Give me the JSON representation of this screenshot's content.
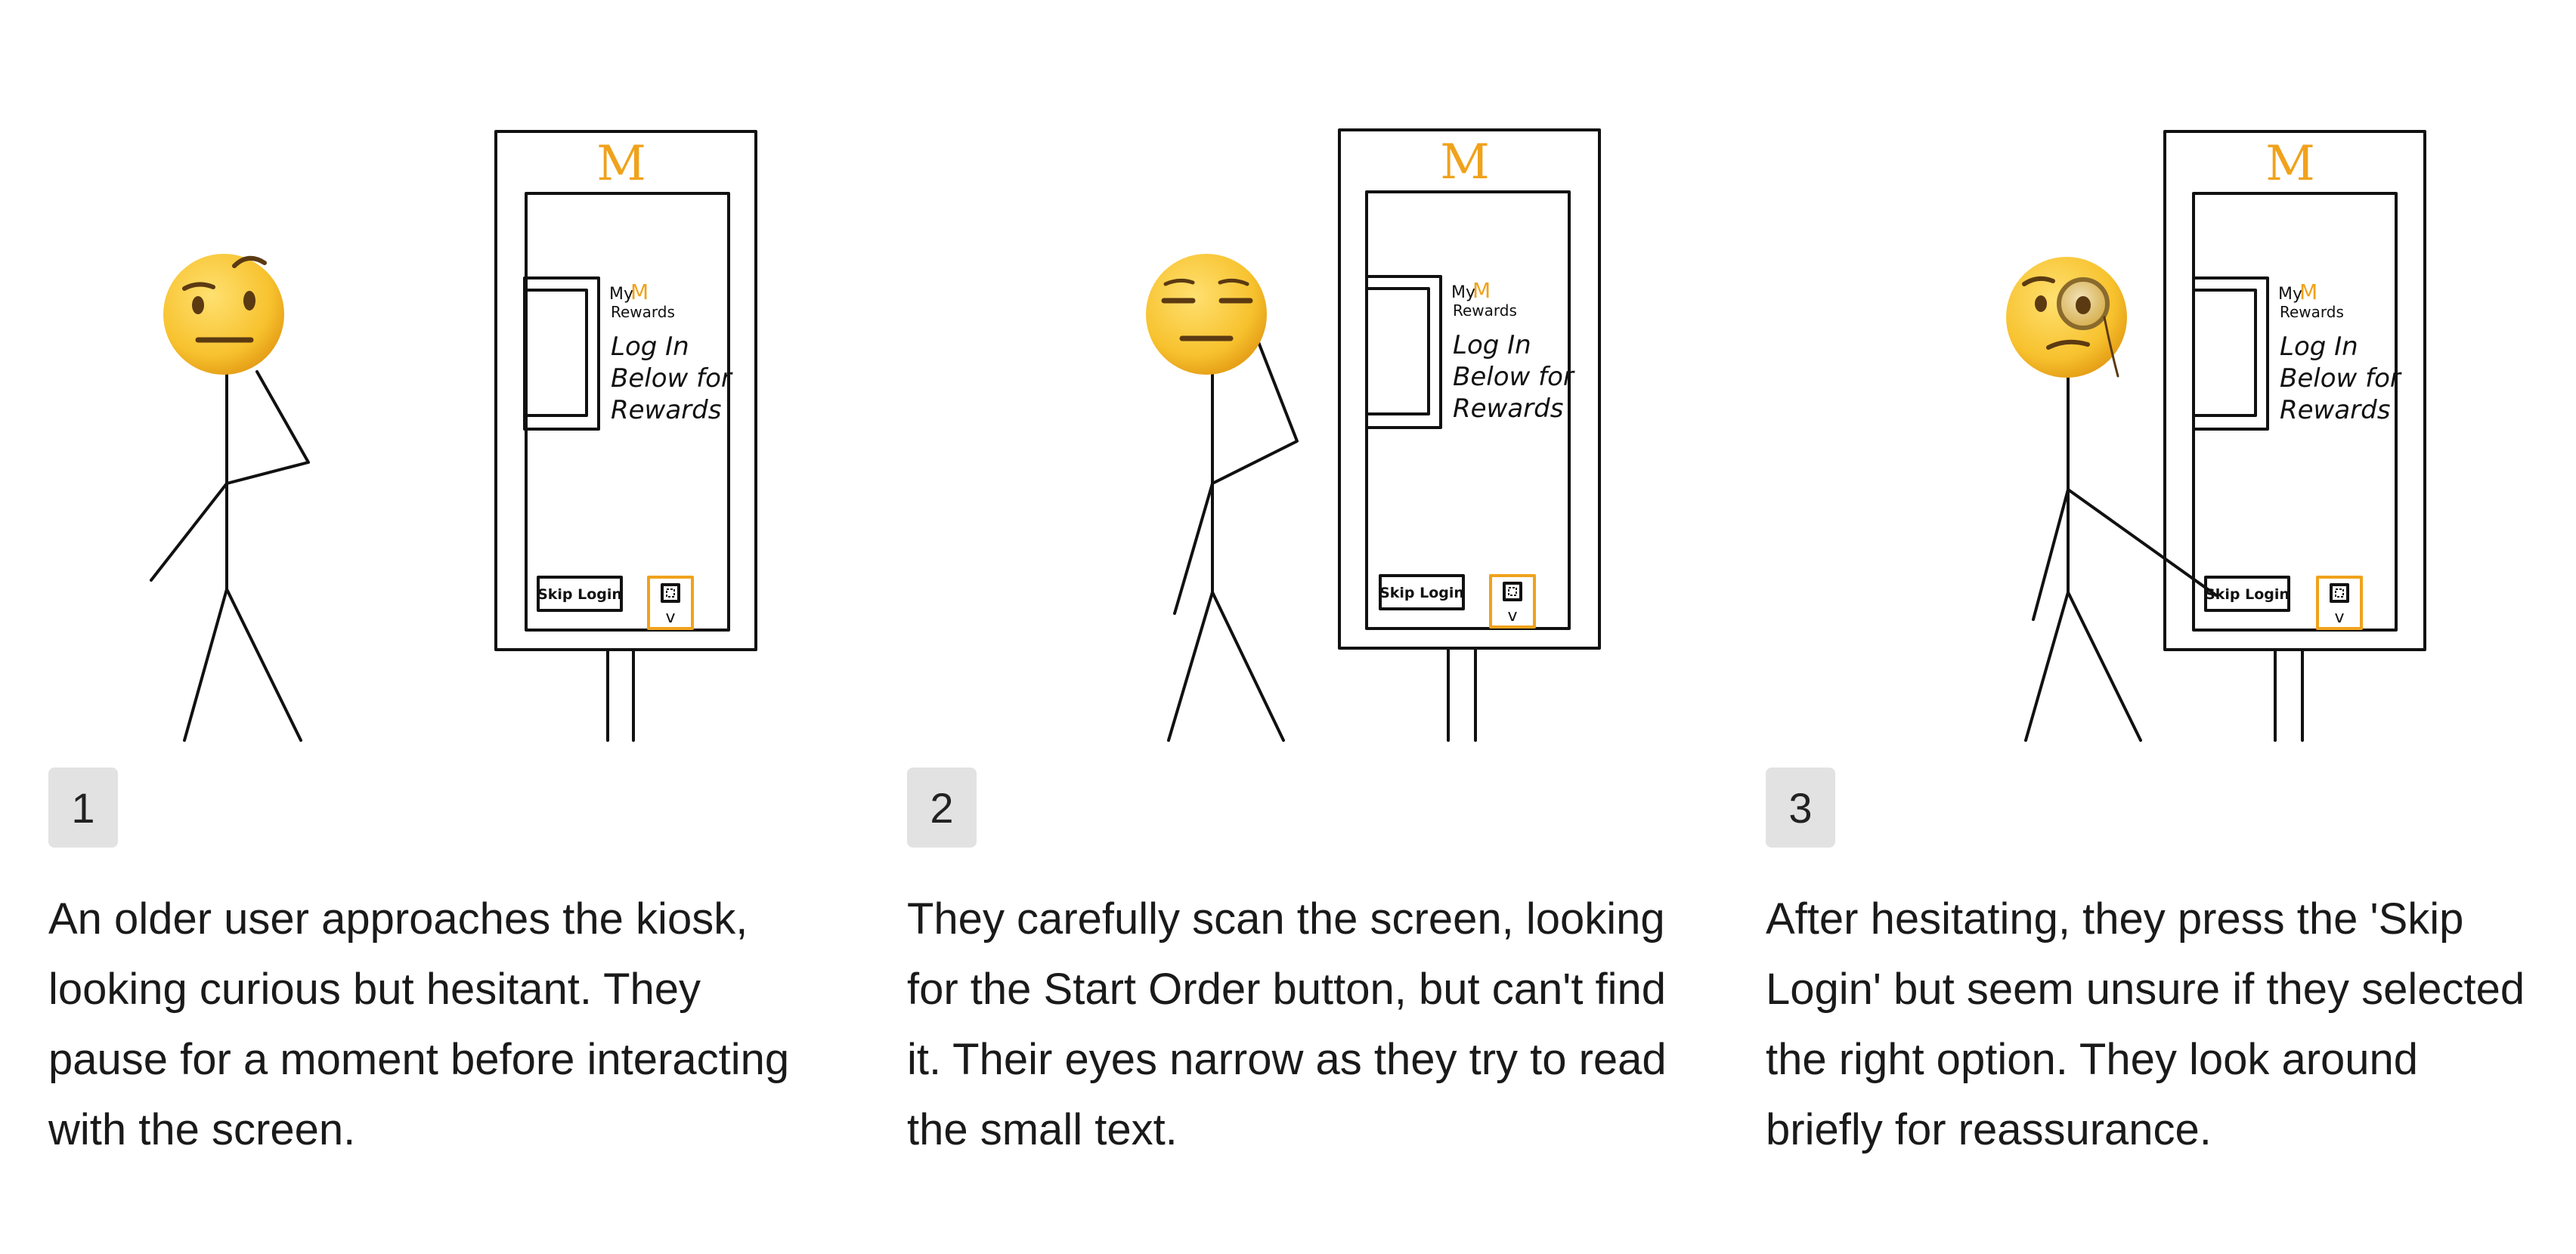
{
  "panels": [
    {
      "step": "1",
      "face": "raised-eyebrow-face",
      "caption": "An older user approaches the kiosk, looking curious but hesitant. They pause for a moment before interacting with the screen."
    },
    {
      "step": "2",
      "face": "expressionless-face",
      "caption": "They carefully scan the screen, looking for the Start Order button, but can't find it. Their eyes narrow as they try to read the small text."
    },
    {
      "step": "3",
      "face": "face-with-monocle",
      "caption": "After hesitating, they press the 'Skip Login' but seem unsure if they selected the right option. They look around briefly for reassurance."
    }
  ],
  "kiosk": {
    "logo": "M",
    "rewards_prefix": "My",
    "rewards_brand": "M",
    "rewards_label": "Rewards",
    "headline_1": "Log In",
    "headline_2": "Below for",
    "headline_3": "Rewards",
    "skip_button": "Skip Login",
    "scroll_arrow": "v"
  },
  "colors": {
    "brand": "#f0a21c",
    "emoji": "#f7c22e",
    "badge": "#e2e2e2"
  }
}
